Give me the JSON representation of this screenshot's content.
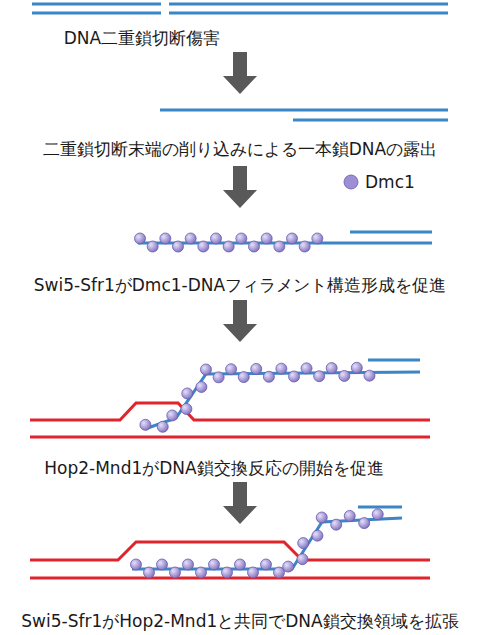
{
  "diagram": {
    "labels": [
      "DNA二重鎖切断傷害",
      "二重鎖切断末端の削り込みによる一本鎖DNAの露出",
      "Swi5-Sfr1がDmc1-DNAフィラメント構造形成を促進",
      "Hop2-Mnd1がDNA鎖交換反応の開始を促進",
      "Swi5-Sfr1がHop2-Mnd1と共同でDNA鎖交換領域を拡張"
    ],
    "legend": [
      {
        "text": "Dmc1",
        "color": "#9d8fd3"
      }
    ]
  }
}
